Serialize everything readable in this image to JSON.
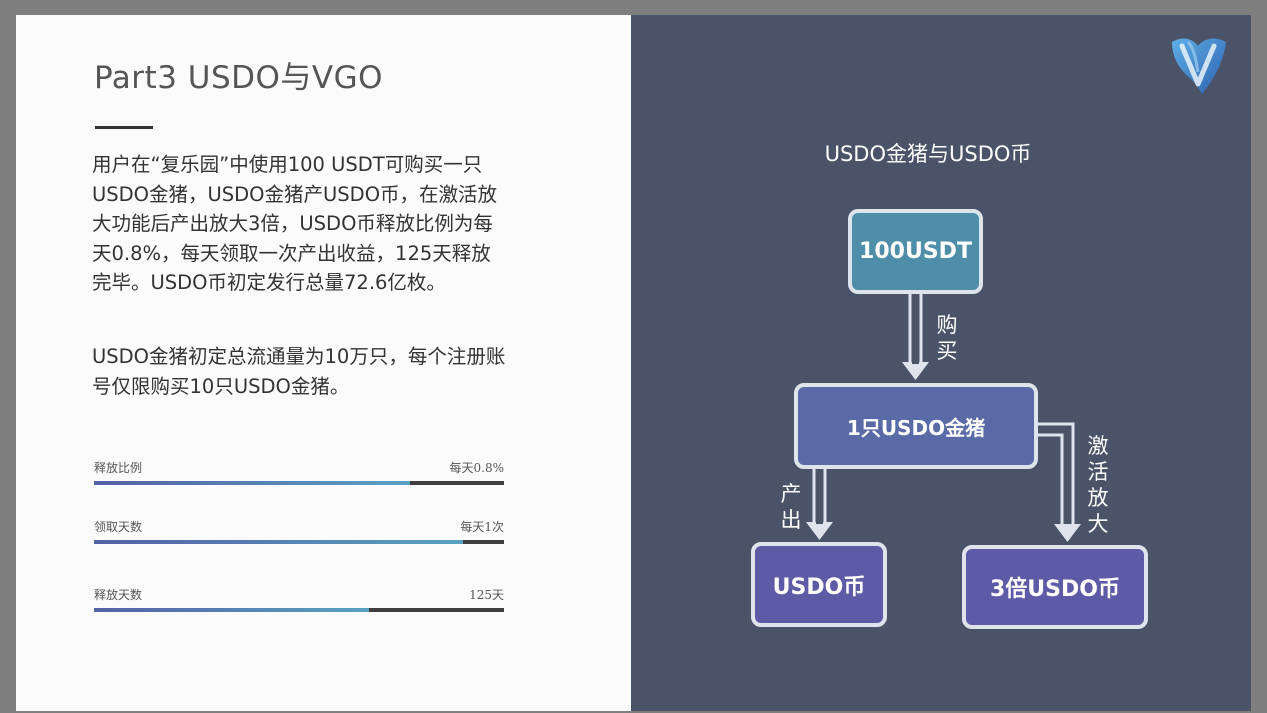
{
  "slide": {
    "title": "Part3 USDO与VGO",
    "paragraphs": [
      "用户在“复乐园”中使用100 USDT可购买一只USDO金猪，USDO金猪产USDO币，在激活放大功能后产出放大3倍，USDO币释放比例为每天0.8%，每天领取一次产出收益，125天释放完毕。USDO币初定发行总量72.6亿枚。",
      "USDO金猪初定总流通量为10万只，每个注册账号仅限购买10只USDO金猪。"
    ],
    "stats": [
      {
        "label": "释放比例",
        "value": "每天0.8%",
        "progress": 0.77
      },
      {
        "label": "领取天数",
        "value": "每天1次",
        "progress": 0.9
      },
      {
        "label": "释放天数",
        "value": "125天",
        "progress": 0.67
      }
    ]
  },
  "diagram": {
    "title": "USDO金猪与USDO币",
    "nodes": {
      "usdt": "100USDT",
      "pig": "1只USDO金猪",
      "coin": "USDO币",
      "coin3x": "3倍USDO币"
    },
    "edges": {
      "buy": "购\n买",
      "produce": "产\n出",
      "activate": "激\n活\n放\n大"
    }
  },
  "logo_icon": "v-shield-logo-icon",
  "colors": {
    "right_panel": "#4a5368",
    "usdt_box": "#4f8ea8",
    "pig_box": "#5a6aa6",
    "coin_box": "#5d5ba6",
    "box_border": "#dfe3ec",
    "bar_start": "#5560a6",
    "bar_end": "#58a2c2"
  }
}
